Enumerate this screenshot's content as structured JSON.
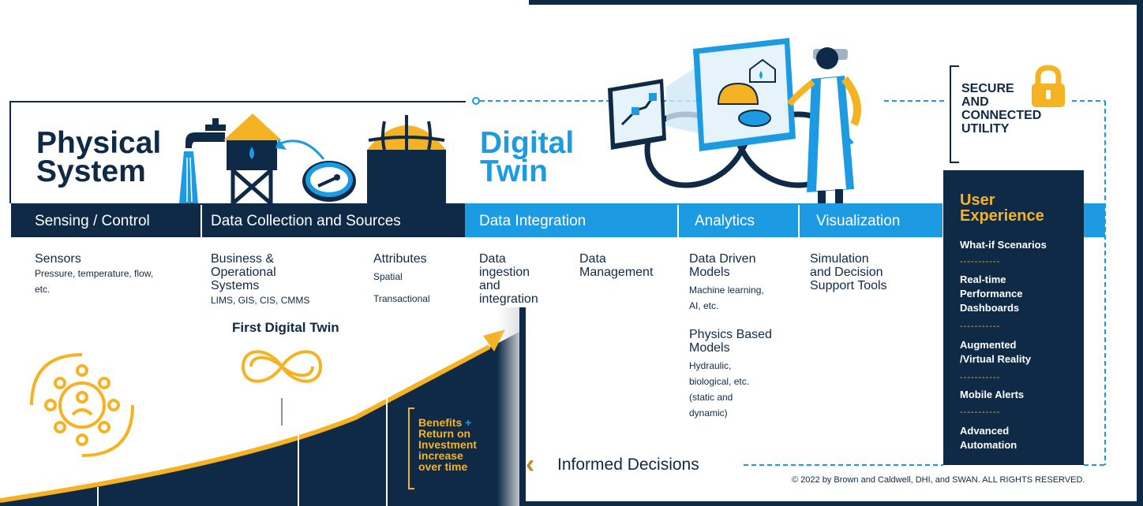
{
  "physical_system": {
    "title_line1": "Physical",
    "title_line2": "System"
  },
  "digital_twin": {
    "title_line1": "Digital",
    "title_line2": "Twin"
  },
  "bands": {
    "sensing_control": "Sensing / Control",
    "data_collection": "Data Collection and Sources",
    "data_integration": "Data Integration",
    "analytics": "Analytics",
    "visualization": "Visualization"
  },
  "columns": {
    "sensors": {
      "heading": "Sensors",
      "sub": "Pressure, temperature, flow, etc."
    },
    "business": {
      "heading_line1": "Business &",
      "heading_line2": "Operational",
      "heading_line3": "Systems",
      "sub": "LIMS, GIS, CIS, CMMS"
    },
    "attributes": {
      "heading": "Attributes",
      "sub1": "Spatial",
      "sub2": "Transactional"
    },
    "data_ingestion": {
      "line1": "Data",
      "line2": "ingestion",
      "line3": "and",
      "line4": "integration"
    },
    "data_management": {
      "line1": "Data",
      "line2": "Management"
    },
    "data_driven": {
      "line1": "Data Driven",
      "line2": "Models",
      "sub1": "Machine learning,",
      "sub2": "AI, etc."
    },
    "physics_based": {
      "line1": "Physics Based",
      "line2": "Models",
      "sub1": "Hydraulic,",
      "sub2": "biological, etc.",
      "sub3": "(static and",
      "sub4": "dynamic)"
    },
    "simulation": {
      "line1": "Simulation",
      "line2": "and Decision",
      "line3": "Support Tools"
    }
  },
  "secure": {
    "line1": "SECURE",
    "line2": "AND",
    "line3": "CONNECTED",
    "line4": "UTILITY"
  },
  "user_experience": {
    "title_line1": "User",
    "title_line2": "Experience",
    "dashes": "-----------",
    "items": [
      {
        "line1": "What-if Scenarios"
      },
      {
        "line1": "Real-time",
        "line2": "Performance",
        "line3": "Dashboards"
      },
      {
        "line1": "Augmented",
        "line2": "/Virtual Reality"
      },
      {
        "line1": "Mobile Alerts"
      },
      {
        "line1": "Advanced",
        "line2": "Automation"
      }
    ]
  },
  "footer": {
    "informed_decisions": "Informed Decisions",
    "copyright": "© 2022 by Brown and Caldwell, DHI, and SWAN. ALL RIGHTS RESERVED."
  },
  "inset": {
    "first_digital_twin": "First Digital Twin",
    "benefits_line1": "Benefits",
    "benefits_plus": "+",
    "benefits_line2": "Return on",
    "benefits_line3": "Investment",
    "benefits_line4": "increase",
    "benefits_line5": "over time"
  },
  "colors": {
    "navy": "#0e2a47",
    "blue": "#1d9be2",
    "gold": "#f5b324"
  }
}
